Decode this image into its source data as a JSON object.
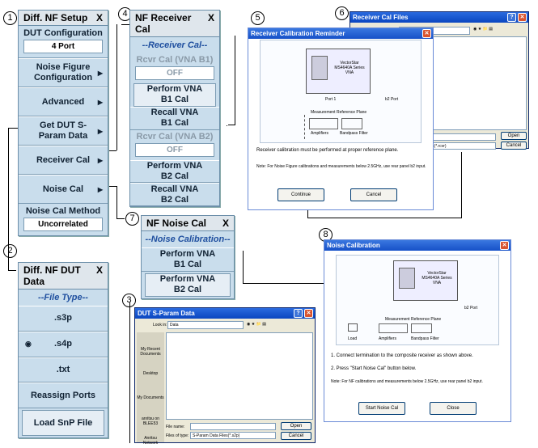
{
  "callouts": [
    "1",
    "2",
    "3",
    "4",
    "5",
    "6",
    "7",
    "8"
  ],
  "setup": {
    "title": "Diff. NF Setup",
    "close": "X",
    "config_label": "DUT Configuration",
    "config_value": "4 Port",
    "items": [
      "Noise Figure Configuration",
      "Advanced",
      "Get DUT S-Param Data",
      "Receiver Cal",
      "Noise Cal"
    ],
    "method_label": "Noise Cal Method",
    "method_value": "Uncorrelated"
  },
  "recv": {
    "title": "NF Receiver Cal",
    "close": "X",
    "header": "--Receiver Cal--",
    "b1_label": "Rcvr Cal (VNA B1)",
    "b1_value": "OFF",
    "perf_b1": "Perform VNA B1 Cal",
    "recall_b1": "Recall VNA B1 Cal",
    "b2_label": "Rcvr Cal (VNA B2)",
    "b2_value": "OFF",
    "perf_b2": "Perform VNA B2 Cal",
    "recall_b2": "Recall VNA B2 Cal"
  },
  "noise": {
    "title": "NF Noise Cal",
    "close": "X",
    "header": "--Noise Calibration--",
    "perf_b1": "Perform VNA B1 Cal",
    "perf_b2": "Perform VNA B2 Cal"
  },
  "dutdata": {
    "title": "Diff. NF DUT Data",
    "close": "X",
    "header": "--File Type--",
    "s3p": ".s3p",
    "s4p": ".s4p",
    "txt": ".txt",
    "reassign": "Reassign Ports",
    "load": "Load SnP File"
  },
  "reminder": {
    "title": "Receiver Calibration Reminder",
    "vna": "VectorStar MS4640A Series VNA",
    "port1": "Port 1",
    "b2port": "b2 Port",
    "plane": "Measurement Reference Plane",
    "amps": "Amplifiers",
    "filter": "Bandpass Filter",
    "msg": "Receiver calibration must be performed at proper reference plane.",
    "note": "Note: For Noise Figure calibrations and measurements below 2.5GHz, use rear panel b2 input.",
    "continue": "Continue",
    "cancel": "Cancel"
  },
  "rcfiles": {
    "title": "Receiver Cal Files",
    "open": "Open",
    "cancel": "Cancel",
    "filter": "Files(*.rcvr)"
  },
  "sparam": {
    "title": "DUT S-Param Data",
    "lookin_label": "Look in:",
    "lookin": "Data",
    "places": [
      "My Recent Documents",
      "Desktop",
      "My Documents",
      "anritsu on BLEE53",
      "Anritsu Network"
    ],
    "filename_label": "File name:",
    "filetype_label": "Files of type:",
    "filetype": "S-Param Data Files(*.s2p)",
    "open": "Open",
    "cancel": "Cancel"
  },
  "noisecal": {
    "title": "Noise Calibration",
    "vna": "VectorStar MS4640A Series VNA",
    "b2port": "b2 Port",
    "plane": "Measurement Reference Plane",
    "load": "Load",
    "amps": "Amplifiers",
    "filter": "Bandpass Filter",
    "step1": "1. Connect termination to the composite receiver as shown above.",
    "step2": "2. Press \"Start Noise Cal\" button below.",
    "note": "Note: For NF calibrations and measurements below 2.5GHz, use rear panel b2 input.",
    "start": "Start Noise Cal",
    "close": "Close"
  }
}
